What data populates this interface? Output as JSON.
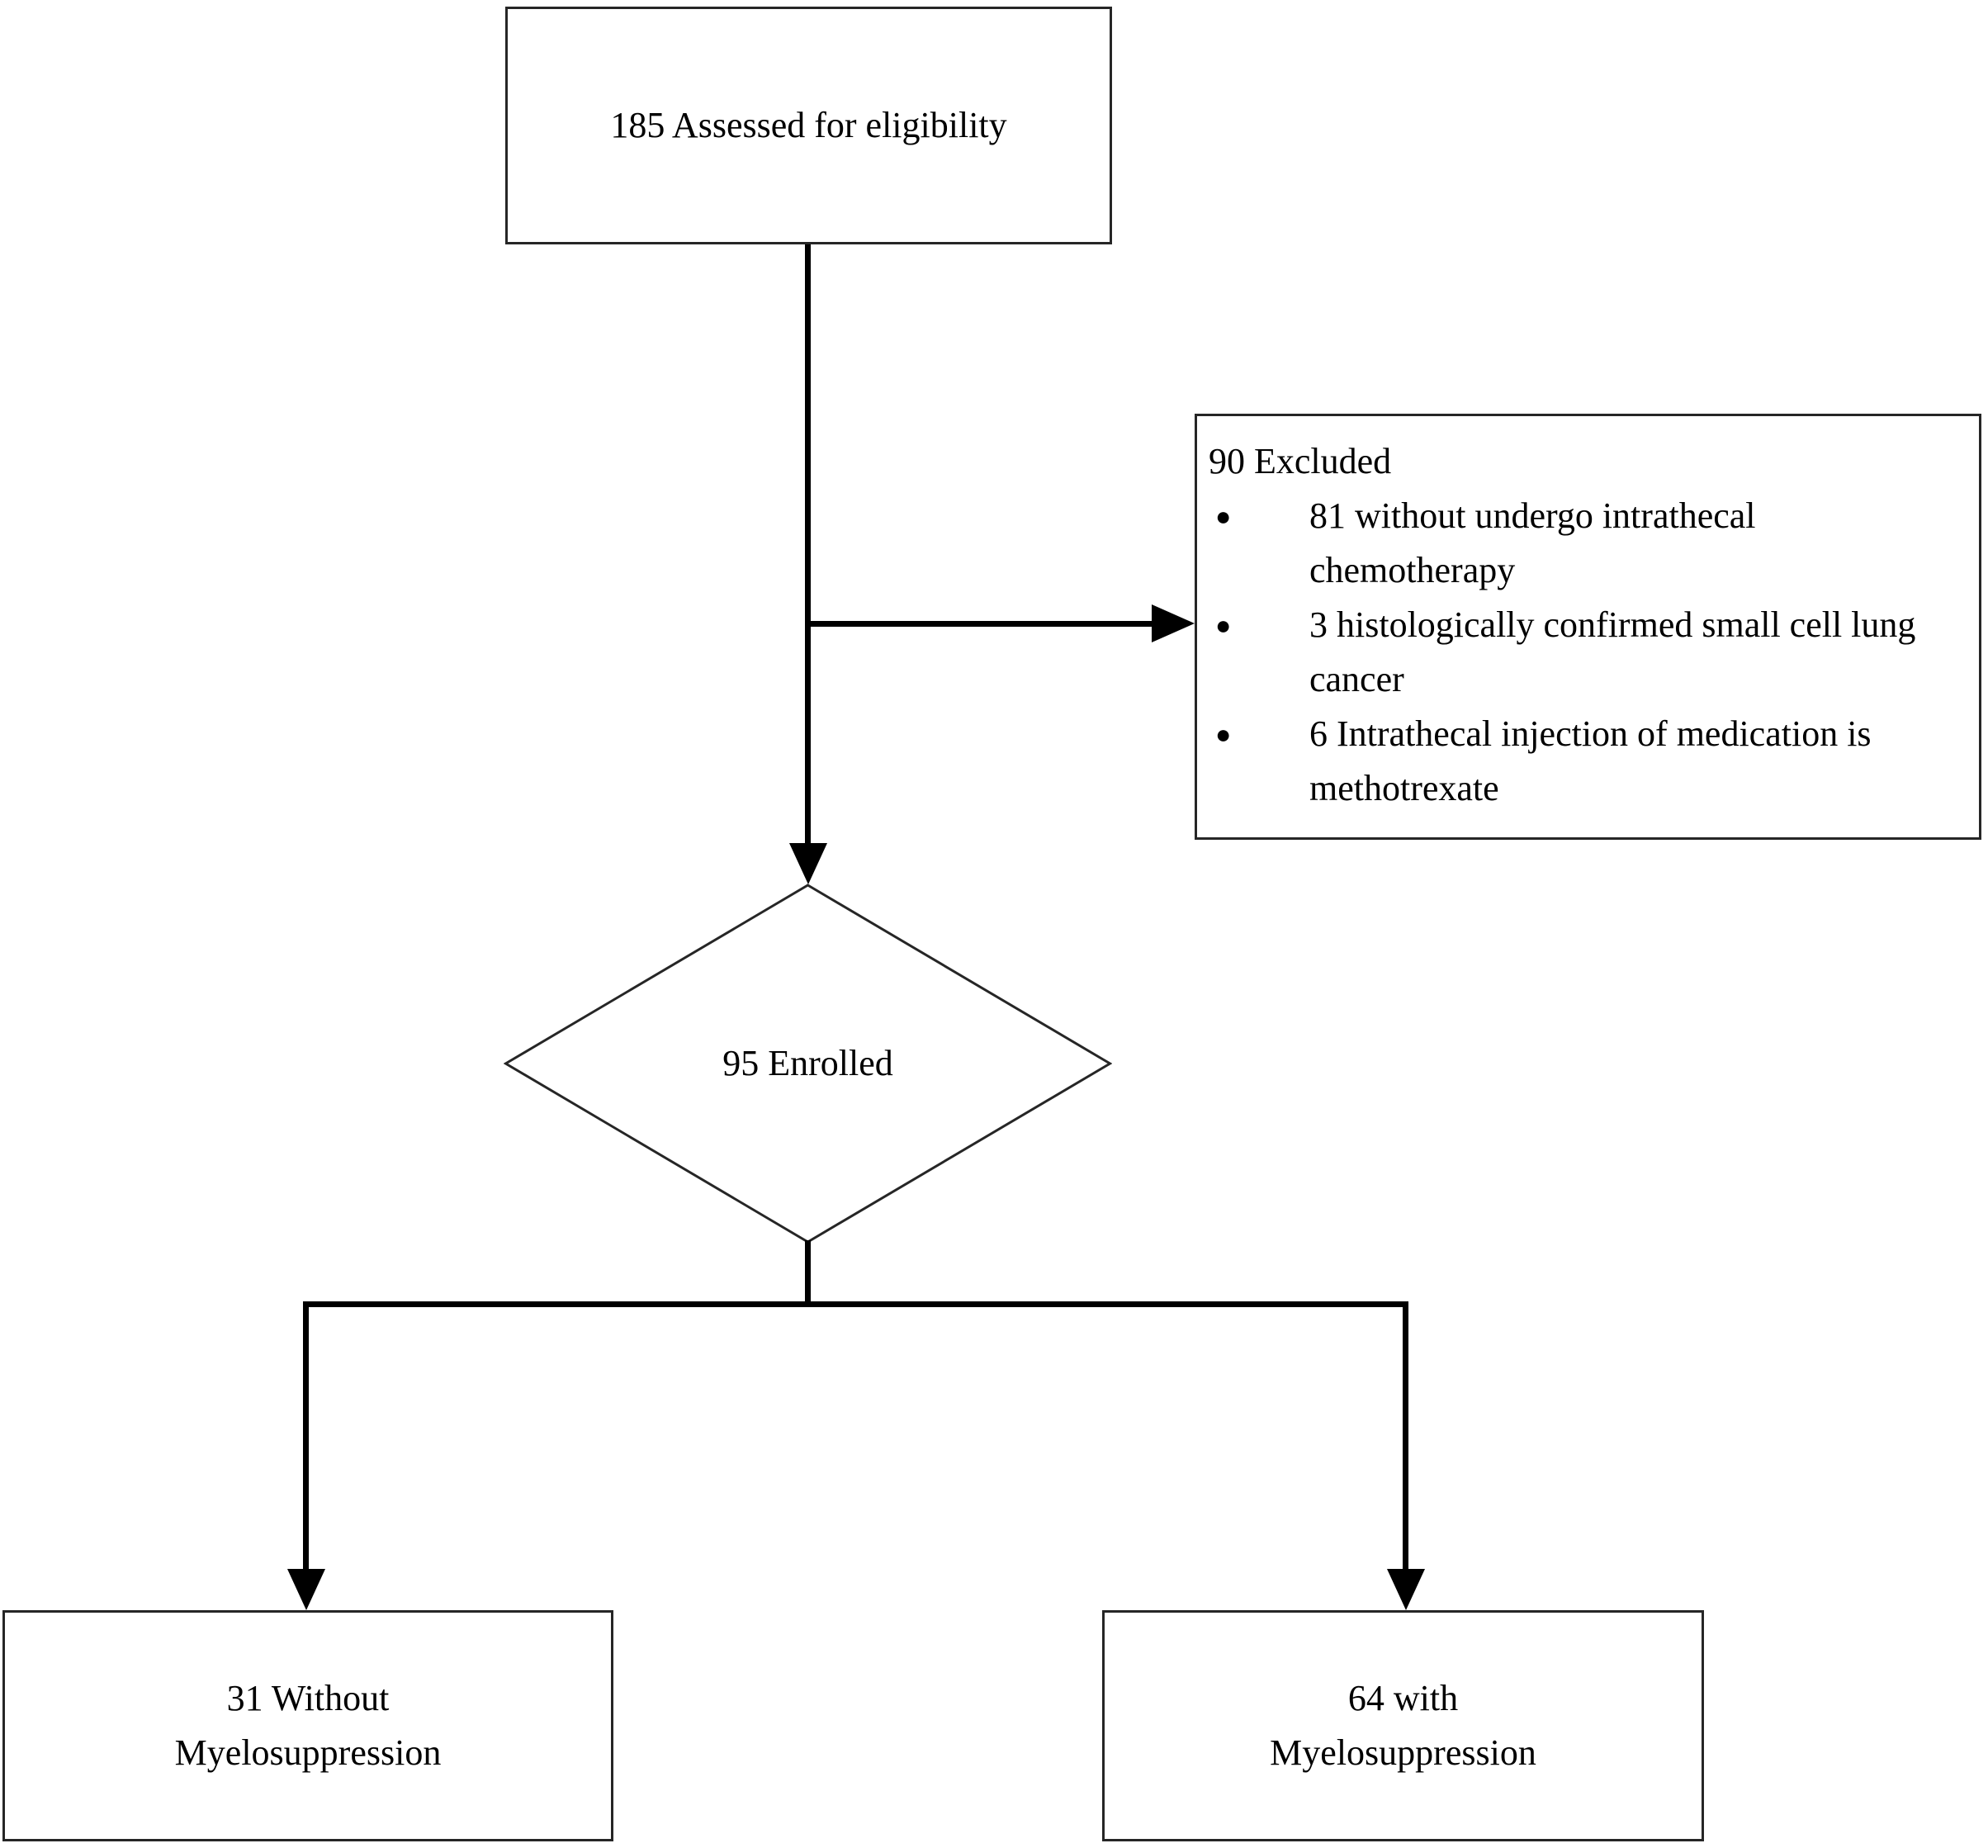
{
  "figure": {
    "type": "flowchart",
    "background_color": "#ffffff",
    "line_color": "#000000",
    "box_border_color": "#262626",
    "text_color": "#000000"
  },
  "nodes": {
    "assessed": {
      "label": "185 Assessed for eligibility",
      "shape": "rectangle"
    },
    "excluded": {
      "title": "90 Excluded",
      "shape": "rectangle",
      "reasons": [
        "81 without undergo intrathecal chemotherapy",
        "3 histologically confirmed small cell lung cancer",
        "6 Intrathecal injection of medication is methotrexate"
      ]
    },
    "enrolled": {
      "label": "95 Enrolled",
      "shape": "diamond"
    },
    "without_myelosuppression": {
      "label": "31 Without Myelosuppression",
      "shape": "rectangle"
    },
    "with_myelosuppression": {
      "label": "64 with Myelosuppression",
      "shape": "rectangle"
    }
  },
  "edges": [
    {
      "from": "assessed",
      "to": "enrolled",
      "arrow": true
    },
    {
      "from": "assessed",
      "to": "excluded",
      "arrow": true
    },
    {
      "from": "enrolled",
      "to": "without_myelosuppression",
      "arrow": true
    },
    {
      "from": "enrolled",
      "to": "with_myelosuppression",
      "arrow": true
    }
  ]
}
